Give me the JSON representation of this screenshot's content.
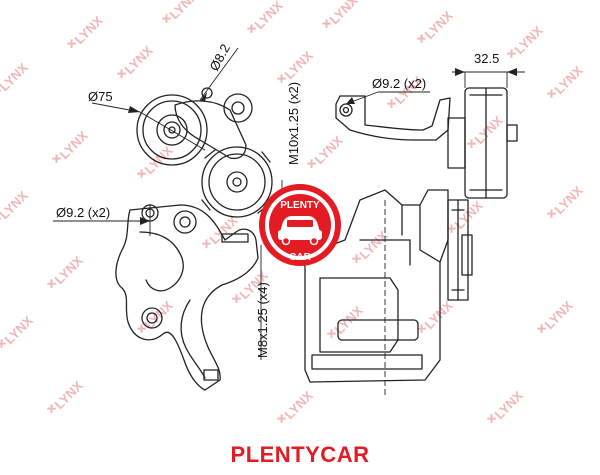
{
  "watermark": {
    "text": "LYNX",
    "color": "#f1b7b7"
  },
  "dimensions": {
    "pulley_diameter": "Ø75",
    "top_hole": "Ø8.2",
    "left_holes": "Ø9.2 (x2)",
    "right_holes": "Ø9.2 (x2)",
    "thread_m10": "M10x1.25 (x2)",
    "thread_m8": "M8x1.25 (x4)",
    "width": "32.5"
  },
  "logo": {
    "line1": "PLENTY",
    "line2": "CAR",
    "color": "#e31b23"
  },
  "brand": {
    "text": "PLENTYCAR",
    "color": "#e31b23"
  }
}
